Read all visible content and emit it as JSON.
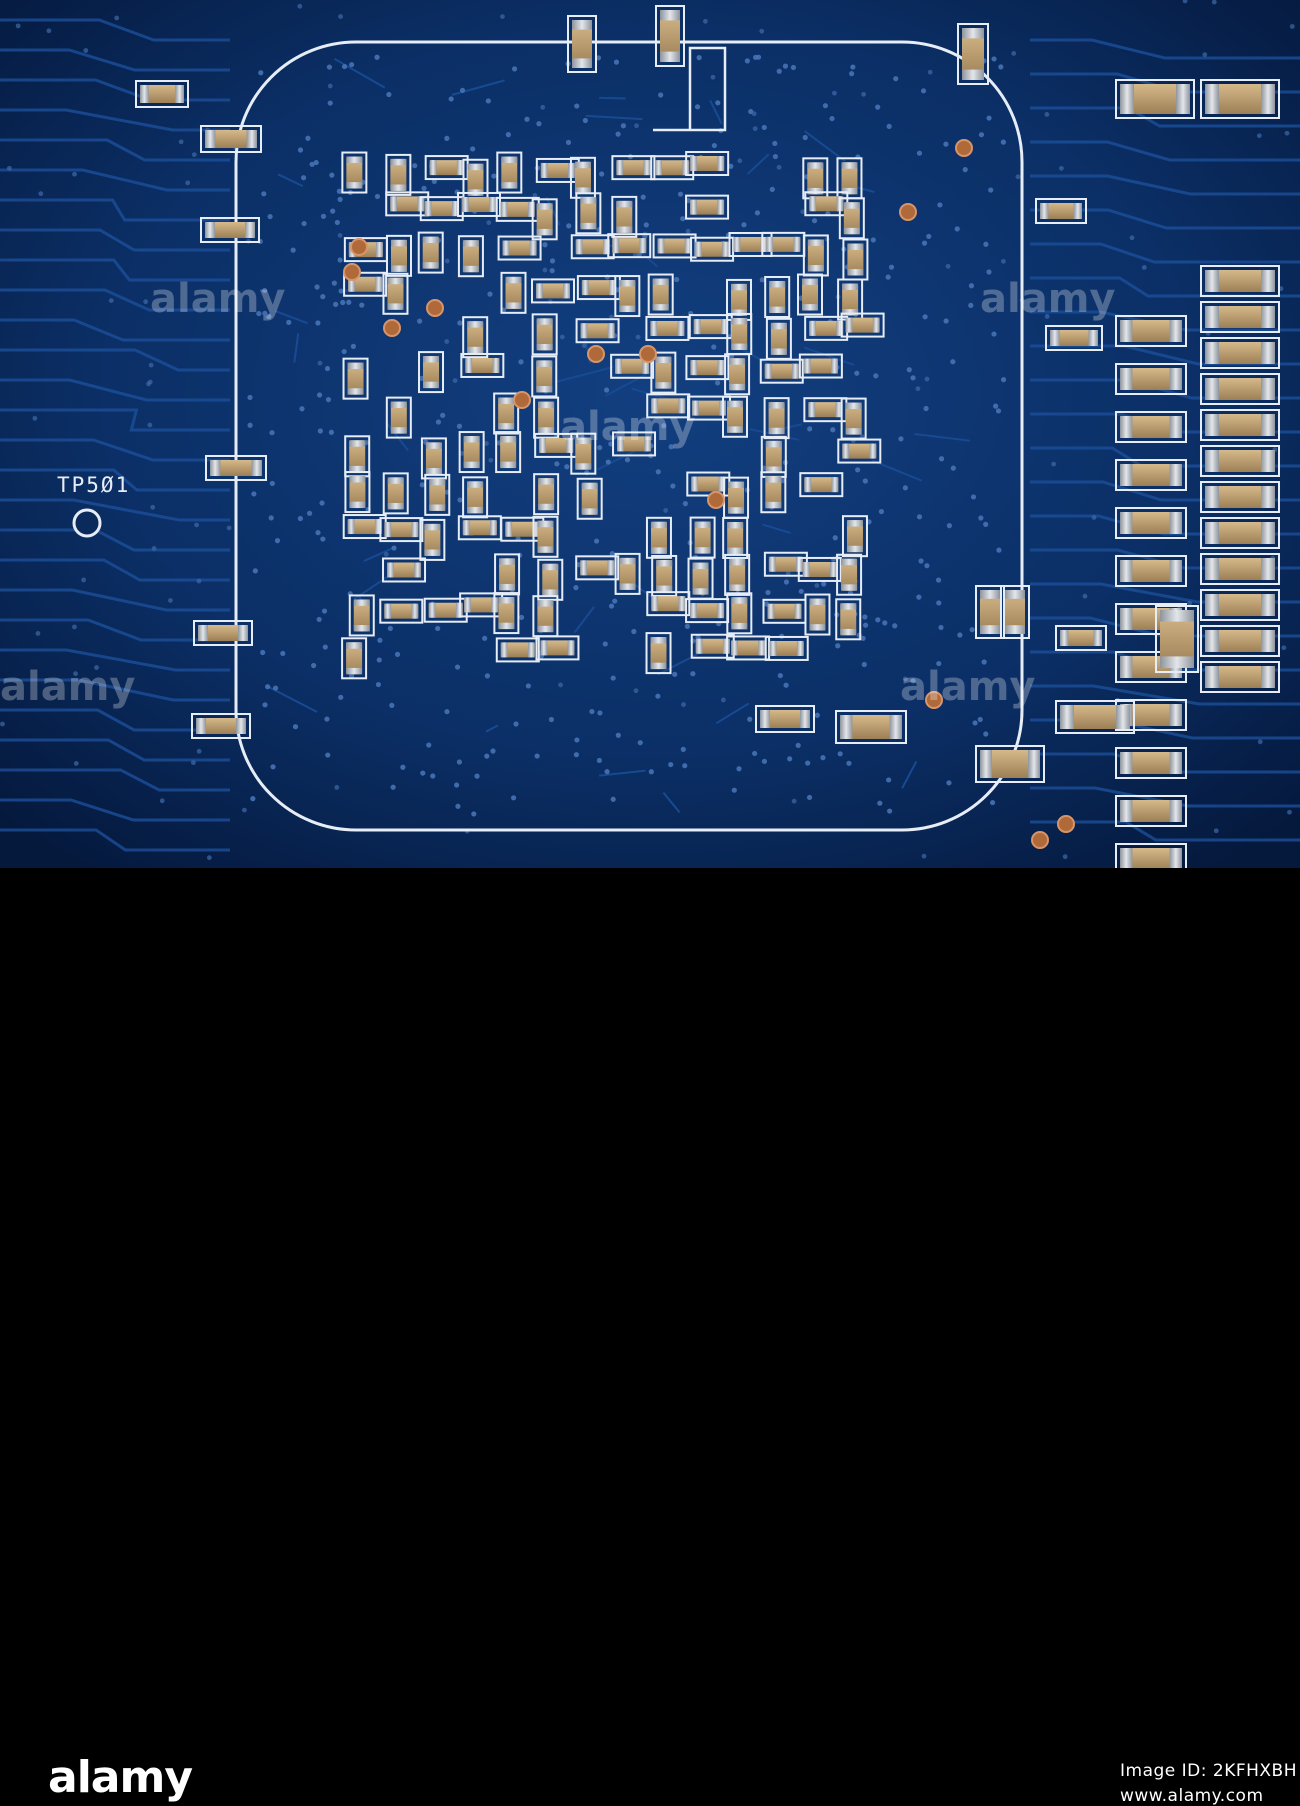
{
  "photo": {
    "subject": "blue printed circuit board with surface-mount components",
    "silkscreen_label": "TP5Ø1",
    "watermark": "alamy"
  },
  "footer": {
    "brand": "alamy",
    "image_id": "Image ID: 2KFHXBH",
    "url": "www.alamy.com"
  },
  "colors": {
    "board": "#0b2f66",
    "board_dark": "#061c44",
    "silkscreen": "#e6edf6",
    "component_body": "#b89a6e",
    "component_cap": "#c9ccd0",
    "footer_bg": "#000000"
  }
}
